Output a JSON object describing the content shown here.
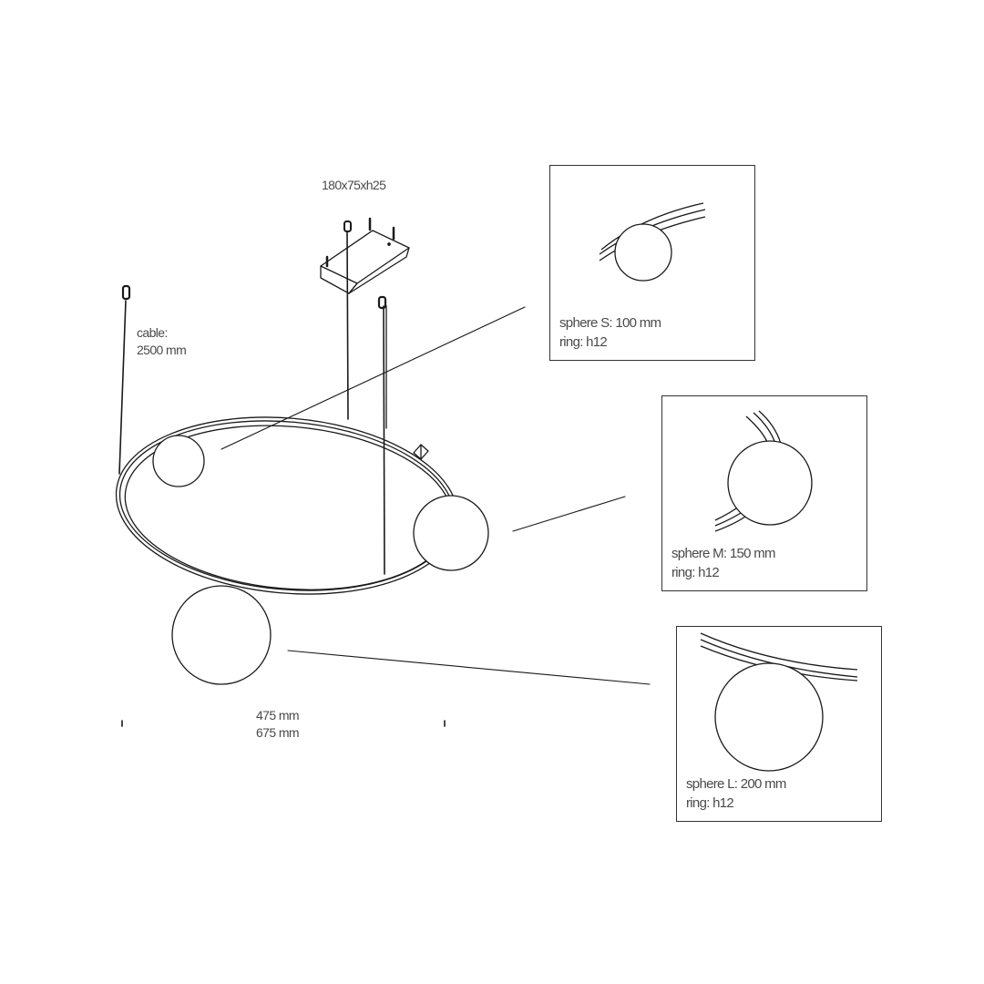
{
  "canopy": {
    "dimensions_label": "180x75xh25"
  },
  "cable": {
    "label": "cable:",
    "length": "2500 mm"
  },
  "overall_dimensions": {
    "inner_width": "475 mm",
    "outer_width": "675 mm"
  },
  "details": [
    {
      "id": "sphere-s",
      "sphere_label": "sphere S:  100 mm",
      "ring_label": "ring: h12"
    },
    {
      "id": "sphere-m",
      "sphere_label": "sphere M:  150 mm",
      "ring_label": "ring: h12"
    },
    {
      "id": "sphere-l",
      "sphere_label": "sphere L:  200 mm",
      "ring_label": "ring: h12"
    }
  ],
  "colors": {
    "line": "#1a1a1a",
    "text": "#4a4a4a",
    "box_border": "#333333",
    "background": "#ffffff"
  }
}
